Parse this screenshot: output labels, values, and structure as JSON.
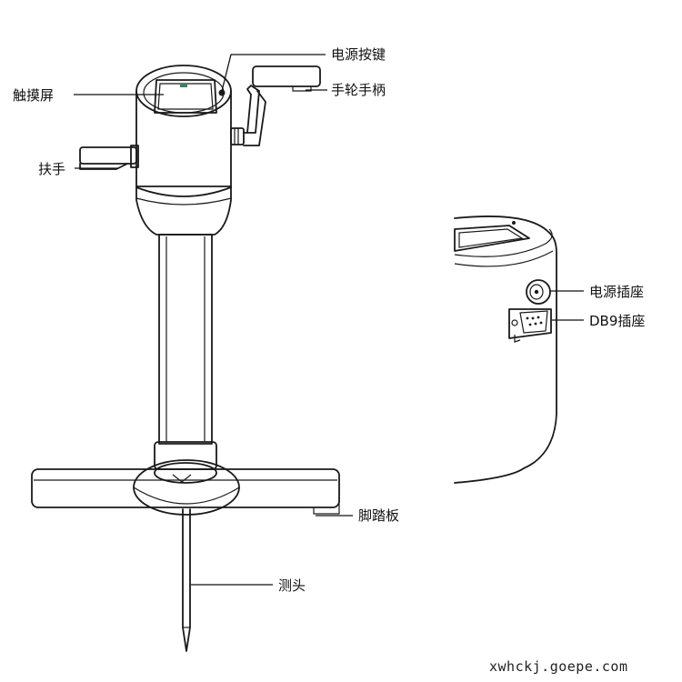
{
  "labels": {
    "power_button": "电源按键",
    "touch_screen": "触摸屏",
    "hand_wheel_handle": "手轮手柄",
    "grip_handle": "扶手",
    "foot_pedal": "脚踏板",
    "probe": "测头",
    "power_socket": "电源插座",
    "db9_socket": "DB9插座"
  },
  "watermark": "xwhckj.goepe.com",
  "colors": {
    "line": "#1a1a1a",
    "background": "#ffffff",
    "screen_fill": "#f2f2f2",
    "accent_dot": "#2e8b57"
  }
}
